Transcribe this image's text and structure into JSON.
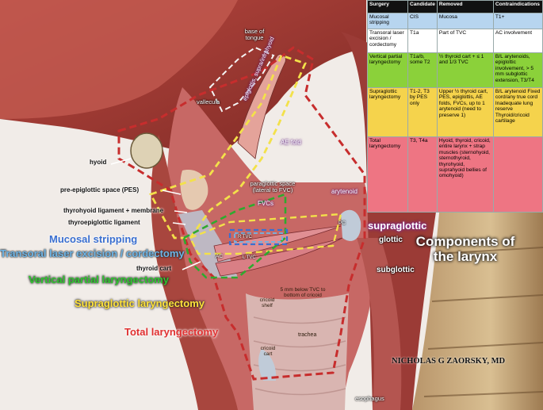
{
  "colors": {
    "tissue": "#c65c58",
    "muscle": "#a43c34",
    "trachea": "#d7b4b2",
    "spine": "#c6a97c",
    "red_outline": "#c72d2d",
    "yellow_outline": "#f3e14a",
    "green_outline": "#2faa2f",
    "blue_outline": "#3a6fd0",
    "light_blue_outline": "#6fb5e6",
    "white_outline": "#f4f4f4"
  },
  "labels": {
    "base_of_tongue": "base of tongue",
    "vallecula": "vallecula",
    "epiglottis": "epiglottis, supra/infrahyoid",
    "ae_fold": "AE fold",
    "arytenoid": "arytenoid",
    "hyoid": "hyoid",
    "pes": "pre-epiglottic space (PES)",
    "paraglottic": "paraglottic space (lateral to FVC)",
    "fvcs": "FVCs",
    "thyrohyoid": "thyrohyoid ligament + membrane",
    "thyroepiglottic": "thyroepiglottic ligament",
    "r_tvc": "R TVC",
    "l_tvc": "L TVC",
    "ac": "AC",
    "pc": "PC",
    "thyroid_cart": "thyroid cart",
    "five_mm": "5 mm below TVC to bottom of cricoid",
    "cricoid_shelf": "cricoid shelf",
    "trachea": "trachea",
    "cricoid_cart": "cricoid cart",
    "esophagus": "esophagus",
    "supraglottic": "supraglottic",
    "glottic": "glottic",
    "subglottic": "subglottic",
    "components": "Components of the larynx",
    "author": "NICHOLAS G ZAORSKY, MD"
  },
  "legend": {
    "mucosal": "Mucosal stripping",
    "transoral": "Transoral laser excision / cordectomy",
    "vertical": "Vertical partial laryngectomy",
    "supraglottic": "Supraglottic laryngectomy",
    "total": "Total laryngectomy"
  },
  "table": {
    "headers": [
      "Surgery",
      "Candidate",
      "Removed",
      "Contraindications"
    ],
    "rows": [
      {
        "surgery": "Mucosal stripping",
        "candidate": "CIS",
        "removed": "Mucosa",
        "contra": "T1+"
      },
      {
        "surgery": "Transoral laser excision / cordectomy",
        "candidate": "T1a",
        "removed": "Part of TVC",
        "contra": "AC involvement"
      },
      {
        "surgery": "Vertical partial laryngectomy",
        "candidate": "T1a/b, some T2",
        "removed": "½ thyroid cart + ≤ 1 and 1/3 TVC",
        "contra": "B/L arytenoids, epiglottic involvement, > 5 mm subglottic extension, T3/T4"
      },
      {
        "surgery": "Supraglottic laryngectomy",
        "candidate": "T1-2, T3 by PES only",
        "removed": "Upper ½ thyroid cart, PES, epiglottis, AE folds, FVCs, up to 1 arytenoid (need to preserve 1)",
        "contra": "B/L arytenoid Fixed cord/any true cord Inadequate lung reserve Thyroid/cricoid cartilage"
      },
      {
        "surgery": "Total laryngectomy",
        "candidate": "T3, T4a",
        "removed": "Hyoid, thyroid, cricoid, entire larynx + strap muscles (sternohyoid, sternothyroid, thyrohyoid, suprahyoid bellies of omohyoid)",
        "contra": ""
      }
    ]
  }
}
